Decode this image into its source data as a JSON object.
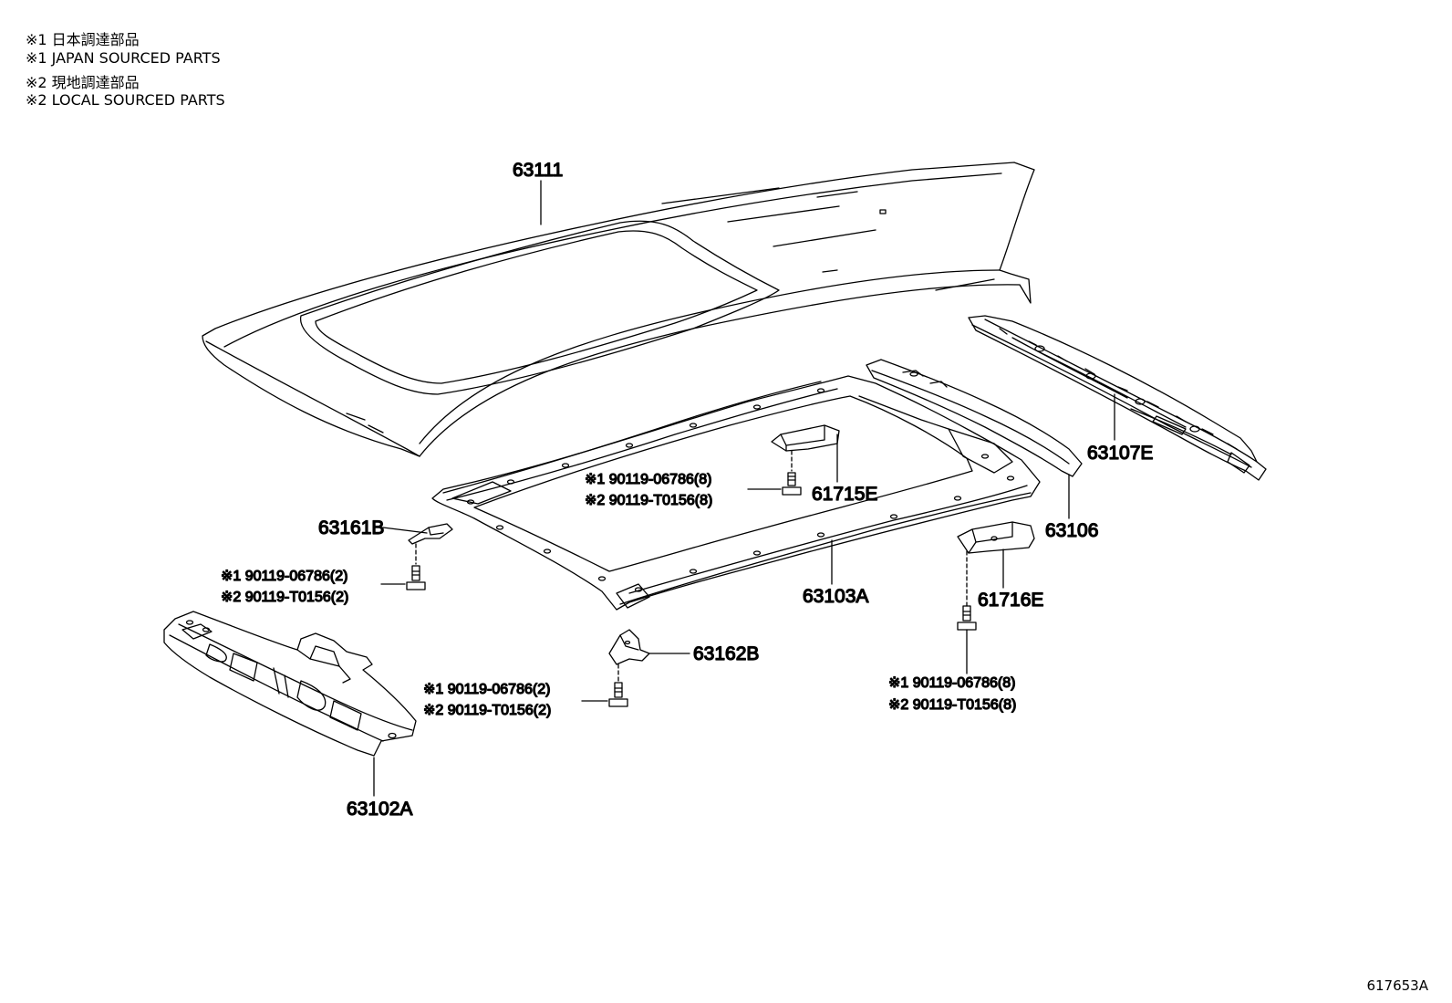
{
  "notes": [
    "※1 日本調達部品",
    "※1 JAPAN SOURCED PARTS",
    "※2 現地調達部品",
    "※2 LOCAL SOURCED PARTS"
  ],
  "parts": {
    "roof_panel": "63111",
    "rear_header": "63107E",
    "side_rail": "63106",
    "sunroof_reinforcement": "63103A",
    "bracket_front_right": "61715E",
    "bracket_rear_right": "61716E",
    "bracket_left": "63161B",
    "bracket_center": "63162B",
    "front_header": "63102A"
  },
  "bolts": {
    "center": {
      "j": "※1 90119-06786(8)",
      "l": "※2 90119-T0156(8)"
    },
    "left": {
      "j": "※1 90119-06786(2)",
      "l": "※2 90119-T0156(2)"
    },
    "bottom_center": {
      "j": "※1 90119-06786(2)",
      "l": "※2 90119-T0156(2)"
    },
    "right": {
      "j": "※1 90119-06786(8)",
      "l": "※2 90119-T0156(8)"
    }
  },
  "diagram_id": "617653A"
}
